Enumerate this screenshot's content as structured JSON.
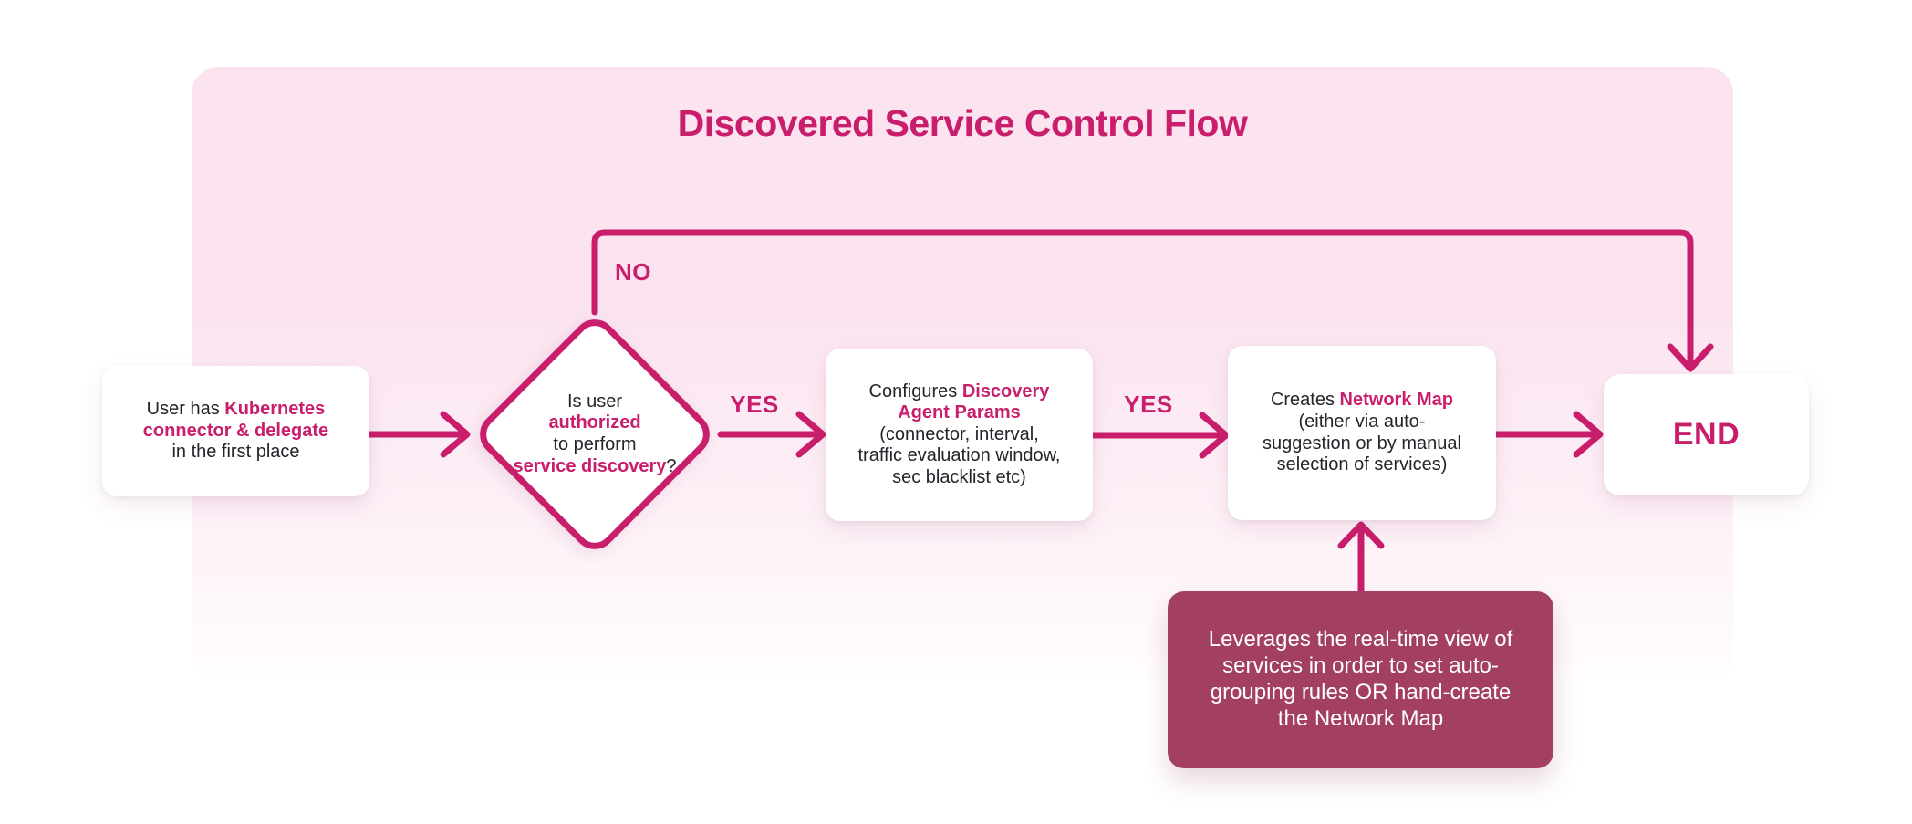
{
  "header": {
    "title": "Discovered Service Control Flow"
  },
  "colors": {
    "accent": "#C91E6C",
    "note_bg": "#A34062",
    "panel_top": "#FBE3F0",
    "panel_bottom": "#FFFDFE",
    "node_bg": "#FFFFFF",
    "text_dark": "#26242B",
    "note_text": "#FFFFFF",
    "page_bg": "#FFFFFF"
  },
  "edges": {
    "no_label": "NO",
    "yes_label_1": "YES",
    "yes_label_2": "YES"
  },
  "nodes": {
    "start": {
      "segments": [
        {
          "t": "User has "
        },
        {
          "t": "Kubernetes\nconnector & delegate",
          "b": true
        },
        {
          "t": "\nin the first place"
        }
      ]
    },
    "decision": {
      "segments": [
        {
          "t": "Is user\n"
        },
        {
          "t": "authorized",
          "b": true
        },
        {
          "t": "\nto perform\n"
        },
        {
          "t": "service discovery",
          "b": true
        },
        {
          "t": "?"
        }
      ]
    },
    "configure": {
      "segments": [
        {
          "t": "Configures "
        },
        {
          "t": "Discovery\nAgent Params",
          "b": true
        },
        {
          "t": "\n(connector, interval,\ntraffic evaluation window,\nsec blacklist etc)"
        }
      ]
    },
    "network_map": {
      "segments": [
        {
          "t": "Creates "
        },
        {
          "t": "Network Map",
          "b": true
        },
        {
          "t": "\n(either via auto-\nsuggestion or by manual\nselection of services)"
        }
      ]
    },
    "end": {
      "label": "END"
    },
    "note": {
      "text": "Leverages the real-time view of\nservices in order to set auto-\ngrouping rules OR hand-create\nthe Network Map"
    }
  }
}
